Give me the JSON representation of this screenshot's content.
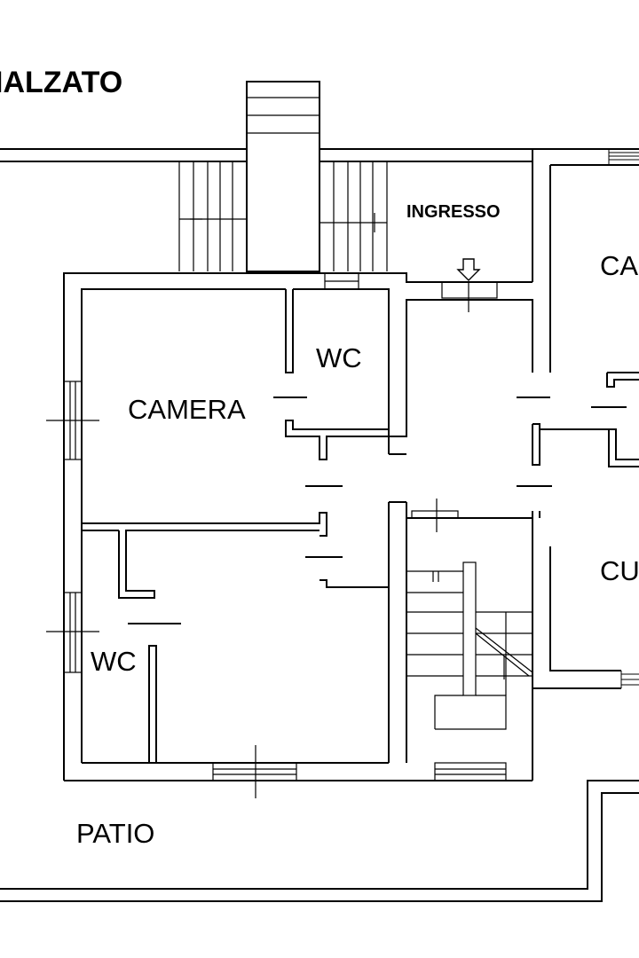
{
  "title": "IALZATO",
  "rooms": {
    "ingresso": "INGRESSO",
    "camera": "CAMERA",
    "wc_upper": "WC",
    "wc_lower": "WC",
    "right_top": "CA",
    "right_bottom": "CU",
    "patio": "PATIO"
  },
  "colors": {
    "line": "#000000",
    "background": "#ffffff"
  },
  "icons": {
    "entrance": "entrance-arrow-icon"
  }
}
